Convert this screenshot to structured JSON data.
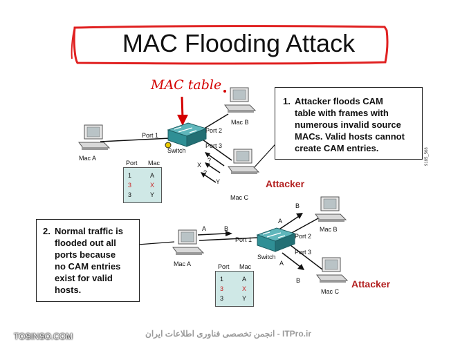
{
  "title": "MAC Flooding Attack",
  "annotation_handwritten": "MAC table",
  "top_diagram": {
    "callout_number": "1.",
    "callout_text": [
      "Attacker floods CAM",
      "table with frames with",
      "numerous invalid source",
      "MACs. Valid hosts cannot",
      "create CAM entries."
    ],
    "host_a": "Mac A",
    "host_b": "Mac B",
    "host_c": "Mac C",
    "switch": "Switch",
    "port1": "Port 1",
    "port2": "Port 2",
    "port3": "Port 3",
    "attacker": "Attacker",
    "arrow_labels": [
      "?",
      "X",
      "?",
      "Y"
    ],
    "figure_id": "9185_568",
    "cam_table": {
      "headers": [
        "Port",
        "Mac"
      ],
      "rows": [
        [
          "1",
          "A"
        ],
        [
          "3",
          "X"
        ],
        [
          "3",
          "Y"
        ]
      ]
    }
  },
  "bottom_diagram": {
    "callout_number": "2.",
    "callout_text": [
      "Normal traffic is",
      "flooded out all",
      "ports because",
      "no CAM entries",
      "exist for valid",
      "hosts."
    ],
    "host_a": "Mac A",
    "host_b": "Mac B",
    "host_c": "Mac C",
    "switch": "Switch",
    "port1": "Port 1",
    "port2": "Port 2",
    "port3": "Port 3",
    "attacker": "Attacker",
    "flow_a_to_b": [
      "A",
      "B"
    ],
    "cam_table": {
      "headers": [
        "Port",
        "Mac"
      ],
      "rows": [
        [
          "1",
          "A"
        ],
        [
          "3",
          "X"
        ],
        [
          "3",
          "Y"
        ]
      ]
    }
  },
  "footer": {
    "left": "TOSINSO.COM",
    "middle": "انجمن تخصصی فناوری اطلاعات ایران - ITPro.ir"
  },
  "colors": {
    "title_frame": "#e02020",
    "attacker": "#b21e1e",
    "switch": "#2f8f95",
    "cam_bg": "#cfe8e6"
  }
}
